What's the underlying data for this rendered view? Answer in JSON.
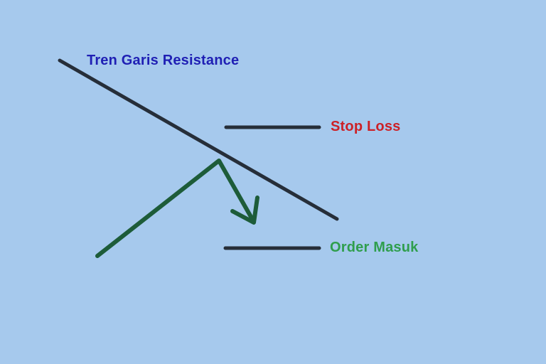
{
  "diagram": {
    "background_color": "#a6c9ed",
    "line_color": "#262e39",
    "trend_line": {
      "label": "Tren Garis Resistance",
      "label_color": "#1f1fb4"
    },
    "stop_loss": {
      "label": "Stop Loss",
      "label_color": "#cc2127"
    },
    "entry": {
      "label": "Order Masuk",
      "label_color": "#2f9e4d"
    },
    "price_arrow": {
      "color": "#1d5c39"
    }
  }
}
